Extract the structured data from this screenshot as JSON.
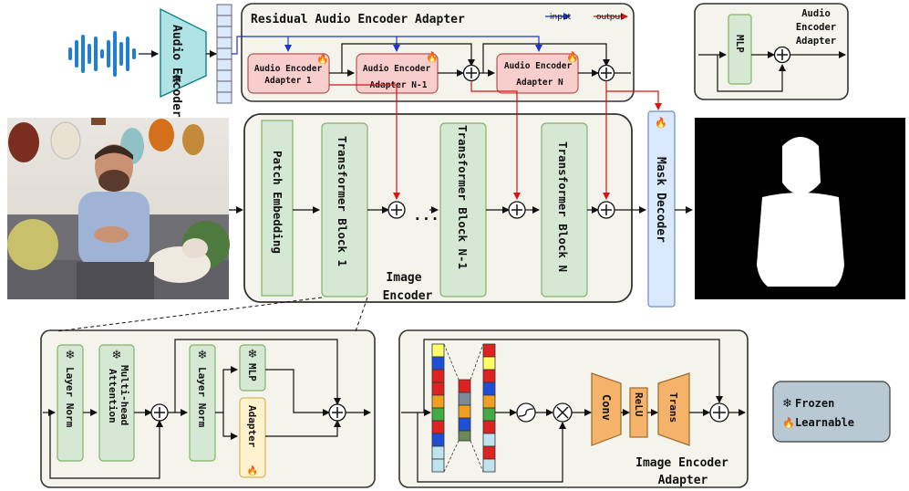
{
  "residual_adapter": {
    "title": "Residual Audio Encoder Adapter",
    "legend_input": "input",
    "legend_output": "output",
    "adapter_1": [
      "Audio Encoder",
      "Adapter 1"
    ],
    "adapter_n1": [
      "Audio Encoder",
      "Adapter N-1"
    ],
    "adapter_n": [
      "Audio Encoder",
      "Adapter N"
    ]
  },
  "audio_encoder": {
    "label": "Audio Encoder"
  },
  "audio_adapter_detail": {
    "title": [
      "Audio",
      "Encoder",
      "Adapter"
    ],
    "mlp": "MLP"
  },
  "image_encoder": {
    "title": [
      "Image",
      "Encoder"
    ],
    "patch_embedding": "Patch Embedding",
    "block_1": "Transformer Block 1",
    "block_n1": "Transformer Block N-1",
    "block_n": "Transformer Block N",
    "ellipsis": "..."
  },
  "mask_decoder": {
    "label": "Mask Decoder"
  },
  "block_detail": {
    "layer_norm_1": "Layer Norm",
    "attention": "Multi-head Attention",
    "layer_norm_2": "Layer Norm",
    "mlp": "MLP",
    "adapter": "Adapter"
  },
  "image_adapter_detail": {
    "title": [
      "Image Encoder",
      "Adapter"
    ],
    "conv": "Conv",
    "relu": "ReLU",
    "trans": "Trans"
  },
  "legend": {
    "frozen": "Frozen",
    "learnable": "Learnable"
  },
  "colors": {
    "green_fill": "#d5e8d4",
    "green_stroke": "#82b366",
    "red_fill": "#f8cecc",
    "red_stroke": "#b85450",
    "teal_fill": "#b0e3e6",
    "teal_stroke": "#0e8088",
    "blue_fill": "#dae8fc",
    "blue_stroke": "#6c8ebf",
    "orange_fill": "#f5b26b",
    "orange_stroke": "#9c6a2a",
    "panel_fill": "#f5f4ec",
    "legend_fill": "#b8c9d4",
    "audio_wave": "#1f7fd6",
    "input_arrow": "#1a33d6",
    "output_arrow": "#dd1111"
  },
  "icons": [
    "snowflake-icon",
    "flame-icon",
    "plus-icon",
    "multiply-icon",
    "sigmoid-icon",
    "sound-wave-icon"
  ]
}
